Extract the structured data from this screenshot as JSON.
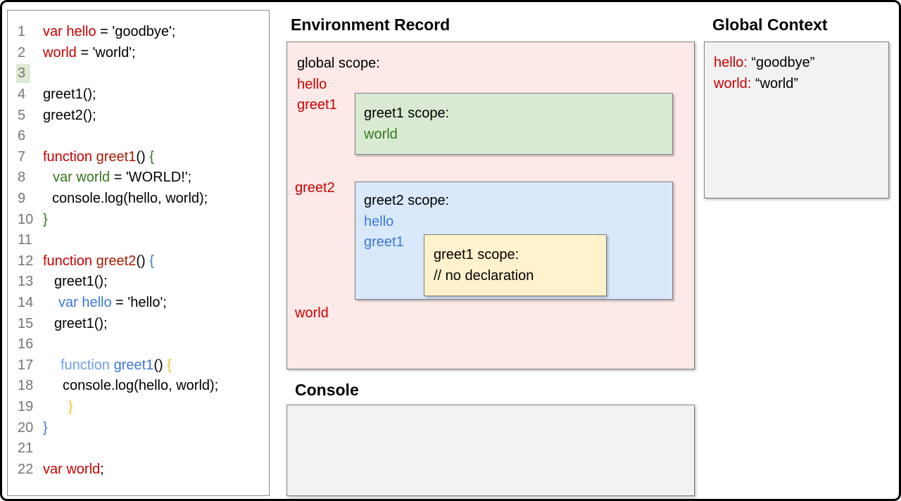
{
  "code_panel": {
    "lines": [
      {
        "n": "1",
        "indent": 0,
        "segs": [
          [
            "var hello",
            "red"
          ],
          [
            " = 'goodbye';",
            "blk"
          ]
        ]
      },
      {
        "n": "2",
        "indent": 0,
        "segs": [
          [
            "world",
            "red"
          ],
          [
            " = 'world';",
            "blk"
          ]
        ]
      },
      {
        "n": "3",
        "indent": 0,
        "hl": true,
        "segs": []
      },
      {
        "n": "4",
        "indent": 0,
        "segs": [
          [
            "greet1();",
            "blk"
          ]
        ]
      },
      {
        "n": "5",
        "indent": 0,
        "segs": [
          [
            "greet2();",
            "blk"
          ]
        ]
      },
      {
        "n": "6",
        "indent": 0,
        "segs": []
      },
      {
        "n": "7",
        "indent": 0,
        "segs": [
          [
            "function ",
            "red"
          ],
          [
            "greet1",
            "reddark"
          ],
          [
            "() ",
            "blk"
          ],
          [
            "{",
            "green"
          ]
        ]
      },
      {
        "n": "8",
        "indent": 14,
        "segs": [
          [
            "var world",
            "green"
          ],
          [
            " = 'WORLD!';",
            "blk"
          ]
        ]
      },
      {
        "n": "9",
        "indent": 13,
        "segs": [
          [
            "console.log(hello, world);",
            "blk"
          ]
        ]
      },
      {
        "n": "10",
        "indent": 0,
        "segs": [
          [
            "}",
            "green"
          ]
        ]
      },
      {
        "n": "11",
        "indent": 0,
        "segs": []
      },
      {
        "n": "12",
        "indent": 0,
        "segs": [
          [
            "function ",
            "red"
          ],
          [
            "greet2",
            "reddark"
          ],
          [
            "() ",
            "blk"
          ],
          [
            "{",
            "blue"
          ]
        ]
      },
      {
        "n": "13",
        "indent": 16,
        "segs": [
          [
            "greet1();",
            "blk"
          ]
        ]
      },
      {
        "n": "14",
        "indent": 22,
        "segs": [
          [
            "var hello",
            "blue"
          ],
          [
            " = 'hello';",
            "blk"
          ]
        ]
      },
      {
        "n": "15",
        "indent": 16,
        "segs": [
          [
            "greet1();",
            "blk"
          ]
        ]
      },
      {
        "n": "16",
        "indent": 0,
        "segs": []
      },
      {
        "n": "17",
        "indent": 25,
        "segs": [
          [
            "function ",
            "bluelight"
          ],
          [
            "greet1",
            "blue"
          ],
          [
            "() ",
            "blk"
          ],
          [
            "{",
            "yellow"
          ]
        ]
      },
      {
        "n": "18",
        "indent": 28,
        "segs": [
          [
            "console.log(hello, world);",
            "blk"
          ]
        ]
      },
      {
        "n": "19",
        "indent": 36,
        "segs": [
          [
            "}",
            "yellow"
          ]
        ]
      },
      {
        "n": "20",
        "indent": 0,
        "segs": [
          [
            "}",
            "blue"
          ]
        ]
      },
      {
        "n": "21",
        "indent": 0,
        "segs": []
      },
      {
        "n": "22",
        "indent": 0,
        "segs": [
          [
            "var world",
            "red"
          ],
          [
            ";",
            "blk"
          ]
        ]
      }
    ]
  },
  "environment_record": {
    "title": "Environment Record",
    "global_scope": {
      "label": "global scope:",
      "var_hello": "hello",
      "var_greet1": "greet1",
      "var_greet2": "greet2",
      "var_world": "world"
    },
    "greet1_scope": {
      "label": "greet1 scope:",
      "var_world": "world"
    },
    "greet2_scope": {
      "label": "greet2 scope:",
      "var_hello": "hello",
      "var_greet1": "greet1",
      "inner_greet1_scope": {
        "label": "greet1 scope:",
        "comment": "// no declaration"
      }
    }
  },
  "global_context": {
    "title": "Global Context",
    "entries": [
      {
        "key": "hello:",
        "value": "“goodbye”"
      },
      {
        "key": "world:",
        "value": "“world”"
      }
    ]
  },
  "console": {
    "title": "Console",
    "content": ""
  },
  "colors": {
    "global_scope_bg": "#fce9e8",
    "greet1_scope_bg": "#d9ead3",
    "greet2_scope_bg": "#dae8fc",
    "inner_greet1_scope_bg": "#fff2cc",
    "panel_bg": "#f2f2f2",
    "border": "#7d7d7d",
    "code_red": "#cc0000",
    "code_green": "#38761d",
    "code_blue": "#3c78d8",
    "code_yellow": "#f1c232",
    "line_number_gray": "#757575",
    "line_highlight": "#ddebd5"
  }
}
